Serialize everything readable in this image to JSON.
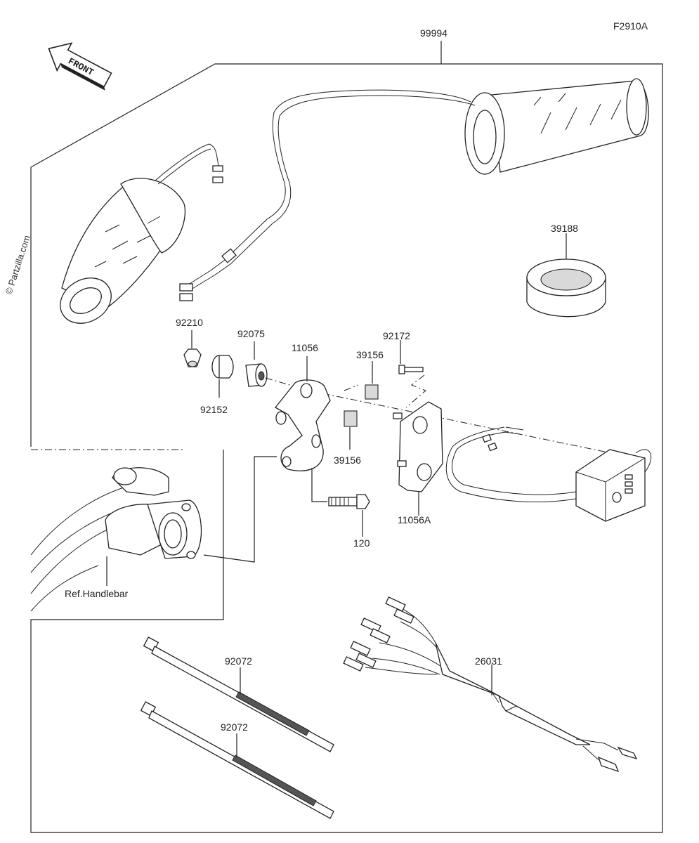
{
  "figure_code": "F2910A",
  "front_label": "FRONT",
  "watermark": "© Partzilla.com",
  "reference_label": "Ref.Handlebar",
  "parts": {
    "p99994": "99994",
    "p39188": "39188",
    "p92210": "92210",
    "p92075": "92075",
    "p11056": "11056",
    "p92172": "92172",
    "p39156a": "39156",
    "p39156b": "39156",
    "p92152": "92152",
    "p11056a": "11056A",
    "p120": "120",
    "p26031": "26031",
    "p92072a": "92072",
    "p92072b": "92072"
  },
  "colors": {
    "line": "#222222",
    "background": "#ffffff"
  },
  "icons": [
    "front-arrow-icon"
  ]
}
